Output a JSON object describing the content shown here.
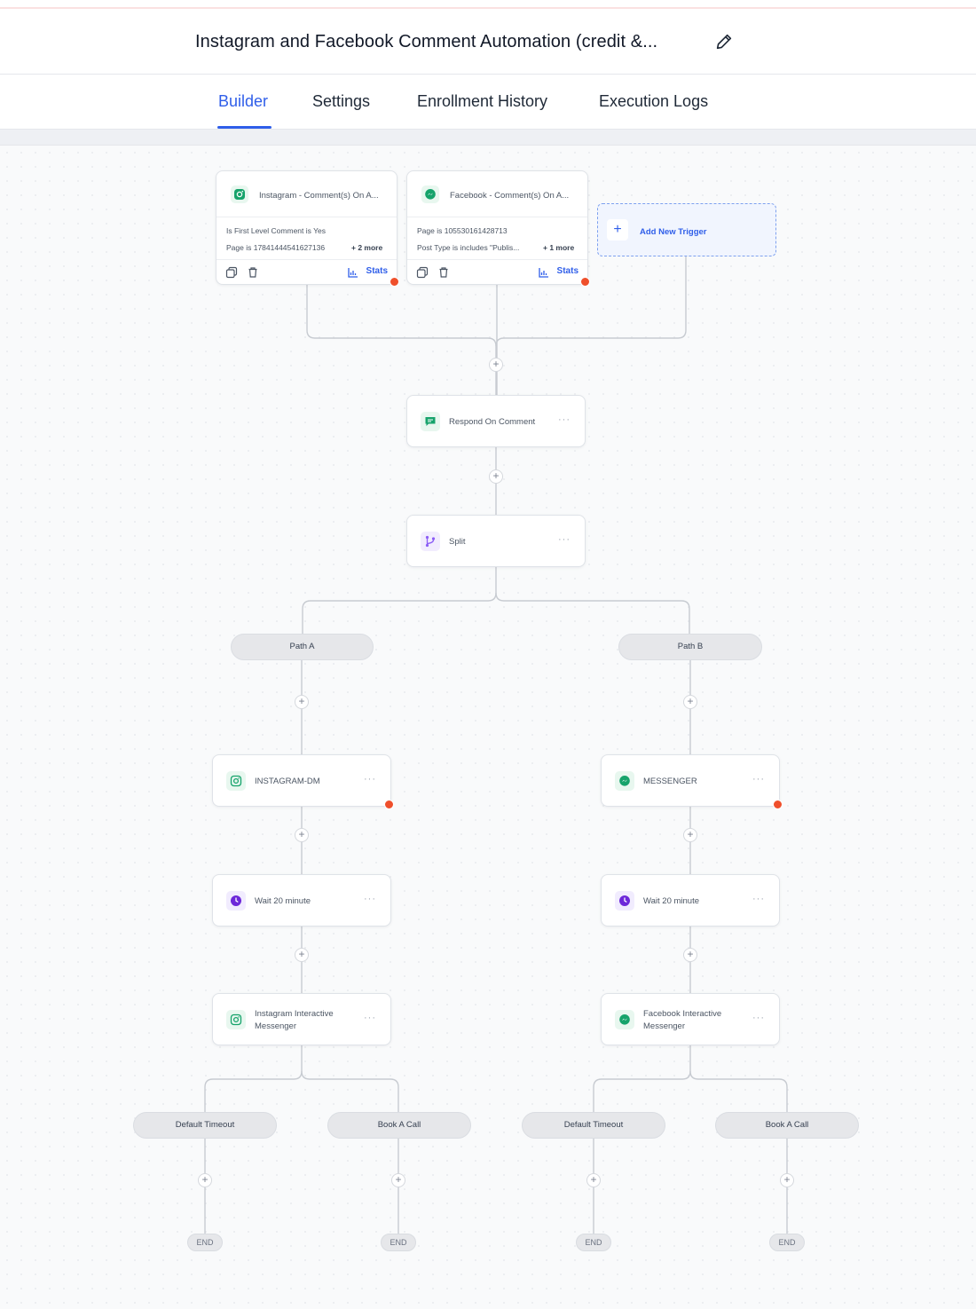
{
  "header": {
    "title": "Instagram and Facebook Comment Automation (credit &..."
  },
  "tabs": [
    {
      "label": "Builder"
    },
    {
      "label": "Settings"
    },
    {
      "label": "Enrollment History"
    },
    {
      "label": "Execution Logs"
    }
  ],
  "triggers": [
    {
      "title": "Instagram - Comment(s) On A...",
      "line1": "Is First Level Comment is Yes",
      "line2": "Page is 17841444541627136",
      "more": "+ 2 more",
      "stats": "Stats",
      "icon": "instagram-icon"
    },
    {
      "title": "Facebook - Comment(s) On A...",
      "line1": "Page is 105530161428713",
      "line2": "Post Type is includes \"Publis...",
      "more": "+ 1 more",
      "stats": "Stats",
      "icon": "messenger-icon"
    }
  ],
  "add_trigger": {
    "label": "Add New Trigger"
  },
  "actions": {
    "respond": {
      "label": "Respond On Comment"
    },
    "split": {
      "label": "Split"
    },
    "path_a": {
      "pill": "Path A",
      "dm": "INSTAGRAM-DM",
      "wait": "Wait 20 minute",
      "interactive": "Instagram Interactive Messenger",
      "branch_left": "Default Timeout",
      "branch_right": "Book A Call"
    },
    "path_b": {
      "pill": "Path B",
      "dm": "MESSENGER",
      "wait": "Wait 20 minute",
      "interactive": "Facebook Interactive Messenger",
      "branch_left": "Default Timeout",
      "branch_right": "Book A Call"
    },
    "end_label": "END",
    "kebab": "···",
    "plus": "+"
  },
  "colors": {
    "accent": "#2f5ee9",
    "error": "#ef4f2b",
    "instagram_green": "#16a36b",
    "wait_purple": "#6d28d9",
    "split_purple": "#8b5cf6"
  }
}
